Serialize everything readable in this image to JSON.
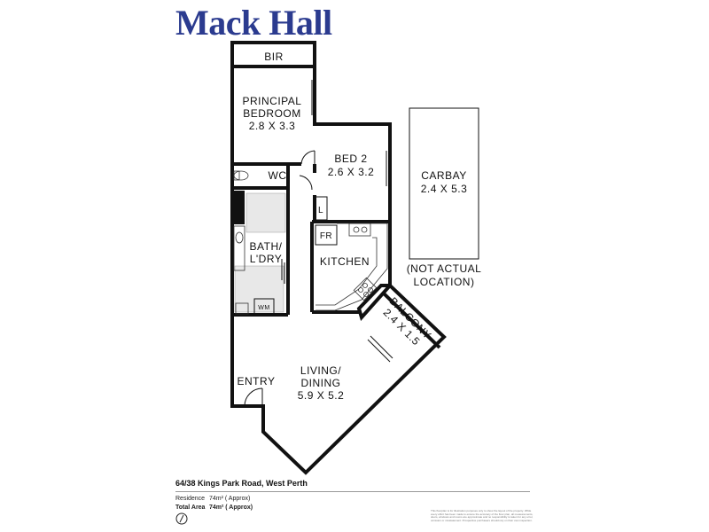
{
  "brand": {
    "name": "Mack Hall",
    "color": "#2b3b8f"
  },
  "rooms": {
    "bir": "BIR",
    "principal_bedroom": [
      "PRINCIPAL",
      "BEDROOM",
      "2.8 X 3.3"
    ],
    "wc": "WC",
    "bed2": [
      "BED 2",
      "2.6 X 3.2"
    ],
    "linen": "L",
    "bath": [
      "BATH/",
      "L'DRY"
    ],
    "fridge": "FR",
    "kitchen": "KITCHEN",
    "washing_machine": "WM",
    "carbay": [
      "CARBAY",
      "2.4 X 5.3"
    ],
    "carbay_note": [
      "(NOT ACTUAL",
      "LOCATION)"
    ],
    "balcony": [
      "BALCONY",
      "2.4 X 1.5"
    ],
    "entry": "ENTRY",
    "living": [
      "LIVING/",
      "DINING",
      "5.9 X 5.2"
    ]
  },
  "address": "64/38 Kings Park Road, West Perth",
  "areas": [
    {
      "label": "Residence",
      "value": "74m² ( Approx)"
    },
    {
      "label": "Total Area",
      "value": "74m² ( Approx)"
    }
  ],
  "disclaimer": "This floorplan is for illustration purposes only to show the layout of the property. While every effort has been made to ensure the accuracy of the floor plan, all measurements, doors, windows and rooms are approximate and no responsibility is taken for any error, omission or misstatement. Prospective purchasers should rely on their own inspection."
}
